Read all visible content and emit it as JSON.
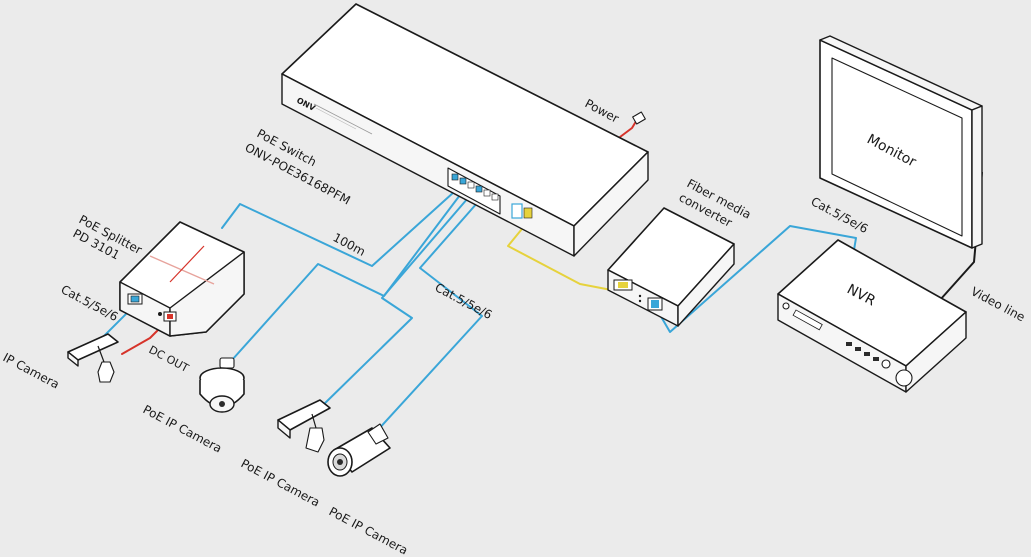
{
  "colors": {
    "background": "#ebebeb",
    "cat_cable": "#3aa6d8",
    "fiber_cable": "#e6d23c",
    "power_cable": "#d6332a",
    "switch_accent": "#c0392b"
  },
  "labels": {
    "power": "Power",
    "poe_switch_line1": "PoE Switch",
    "poe_switch_line2": "ONV-POE36168PFM",
    "switch_brand": "ONV",
    "poe_splitter_line1": "PoE Splitter",
    "poe_splitter_line2": "PD 3101",
    "distance": "100m",
    "cat_left": "Cat.5/5e/6",
    "cat_middle": "Cat.5/5e/6",
    "cat_right": "Cat.5/5e/6",
    "dc_out": "DC OUT",
    "ip_camera": "IP Camera",
    "poe_ip_camera_1": "PoE IP Camera",
    "poe_ip_camera_2": "PoE IP Camera",
    "poe_ip_camera_3": "PoE IP Camera",
    "fiber_line1": "Fiber media",
    "fiber_line2": "converter",
    "monitor": "Monitor",
    "nvr": "NVR",
    "video_line": "Video line"
  },
  "icons": {
    "switch": "poe-switch-icon",
    "splitter": "poe-splitter-icon",
    "bullet_camera": "bullet-camera-icon",
    "dome_camera": "dome-camera-icon",
    "box_camera": "box-camera-icon",
    "fiber_converter": "fiber-converter-icon",
    "monitor": "monitor-icon",
    "nvr": "nvr-icon"
  }
}
